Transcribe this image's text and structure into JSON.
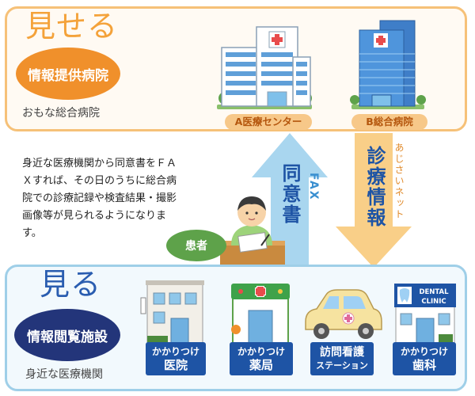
{
  "top": {
    "heading": "見せる",
    "role": "情報提供病院",
    "caption": "おもな総合病院",
    "hospitals": [
      {
        "label": "A医療センター"
      },
      {
        "label": "B総合病院"
      }
    ]
  },
  "middle": {
    "description": "身近な医療機関から同意書をＦＡＸすれば、その日のうちに総合病院での診療記録や検査結果・撮影画像等が見られるようになります。",
    "up_arrow_label": "同意書",
    "up_arrow_sub": "FAX",
    "down_arrow_label": "診療情報",
    "down_arrow_sub": "あじさいネット",
    "patient_label": "患者"
  },
  "bottom": {
    "heading": "見る",
    "role": "情報閲覧施設",
    "caption": "身近な医療機関",
    "facilities": [
      {
        "line1": "かかりつけ",
        "line2": "医院"
      },
      {
        "line1": "かかりつけ",
        "line2": "薬局"
      },
      {
        "line1": "訪問看護",
        "line2": "ステーション"
      },
      {
        "line1": "かかりつけ",
        "line2": "歯科"
      }
    ],
    "dental_sign": [
      "DENTAL",
      "CLINIC"
    ]
  },
  "colors": {
    "top_border": "#f6c178",
    "bottom_border": "#9fcfe8",
    "orange": "#f0902b",
    "navy": "#23357a",
    "up_arrow": "#a9d6ef",
    "down_arrow": "#f9cf88"
  }
}
